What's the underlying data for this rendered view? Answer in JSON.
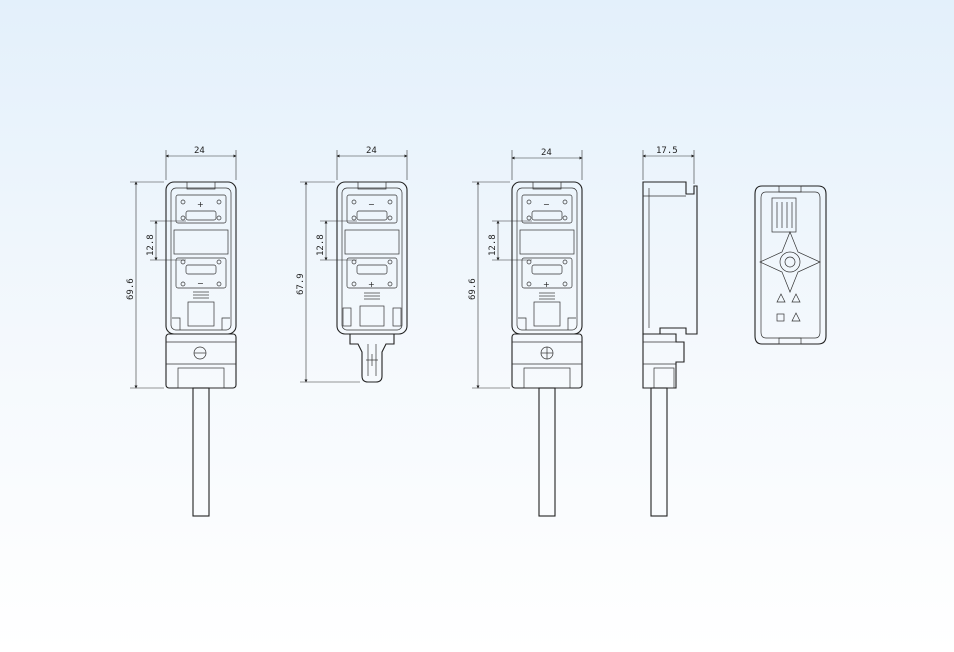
{
  "dimensions": {
    "view1": {
      "width": "24",
      "height": "69.6",
      "pitch": "12.8"
    },
    "view2": {
      "width": "24",
      "height": "67.9",
      "pitch": "12.8"
    },
    "view3": {
      "width": "24",
      "height": "69.6",
      "pitch": "12.8"
    },
    "view4": {
      "depth": "17.5"
    }
  },
  "symbols": {
    "plus": "+",
    "minus": "−"
  },
  "colors": {
    "line": "#222222",
    "bg_top": "#e3f0fb",
    "bg_bottom": "#ffffff"
  }
}
